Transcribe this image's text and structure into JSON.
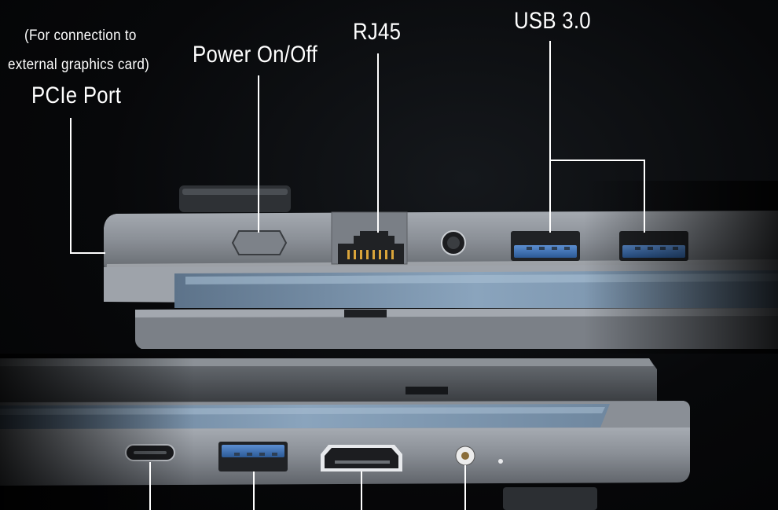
{
  "labels": {
    "pcie_note_line1": "(For connection to",
    "pcie_note_line2": "external graphics card)",
    "pcie": "PCIe Port",
    "power": "Power On/Off",
    "rj45": "RJ45",
    "usb30": "USB 3.0"
  },
  "colors": {
    "background": "#050608",
    "chassis": "#8e939a",
    "screen_glass": "#7e9ab4",
    "usb_port": "#3f74b8",
    "callout_line": "#ffffff"
  },
  "icons": {
    "rj45": "ethernet-port-icon",
    "usb": "usb-a-port-icon",
    "usbc": "usb-c-port-icon",
    "hdmi": "hdmi-port-icon",
    "dc": "dc-jack-icon"
  }
}
